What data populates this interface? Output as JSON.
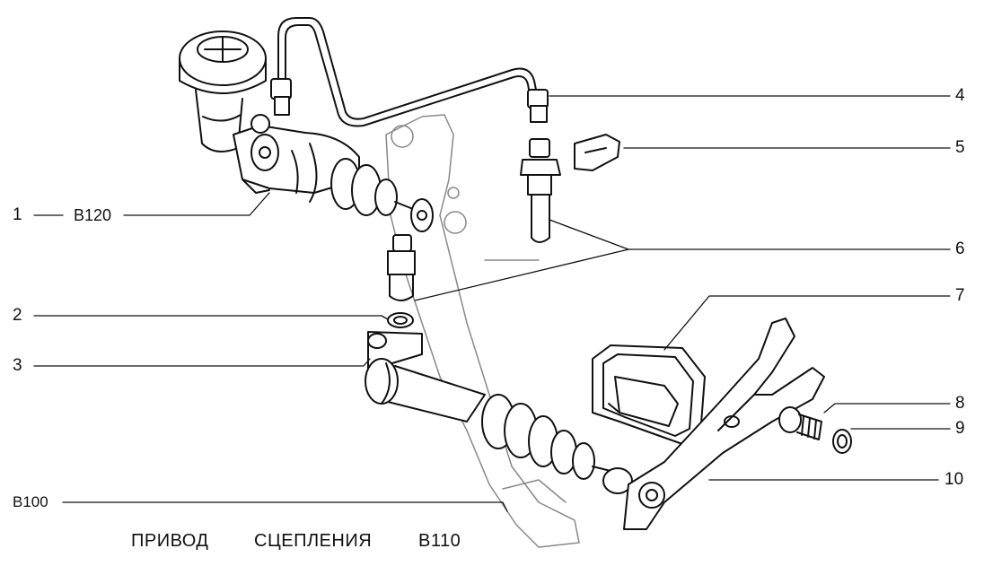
{
  "callouts": {
    "n1": "1",
    "c1": "B120",
    "n2": "2",
    "n3": "3",
    "n4": "4",
    "n5": "5",
    "n6": "6",
    "n7": "7",
    "n8": "8",
    "n9": "9",
    "n10": "10",
    "b100": "B100"
  },
  "caption": {
    "word1": "ПРИВОД",
    "word2": "СЦЕПЛЕНИЯ",
    "code": "B110"
  },
  "colors": {
    "ink": "#111111",
    "shade": "#d9d9d9",
    "faint": "#9a9a9a"
  },
  "icons": {
    "master_cylinder": "clutch-master-cylinder-icon",
    "slave_cylinder": "clutch-slave-cylinder-icon",
    "hose": "hose-icon",
    "pedal": "clutch-pedal-icon",
    "fork": "release-fork-icon",
    "boot": "rubber-boot-icon",
    "clip": "spring-clip-icon"
  }
}
